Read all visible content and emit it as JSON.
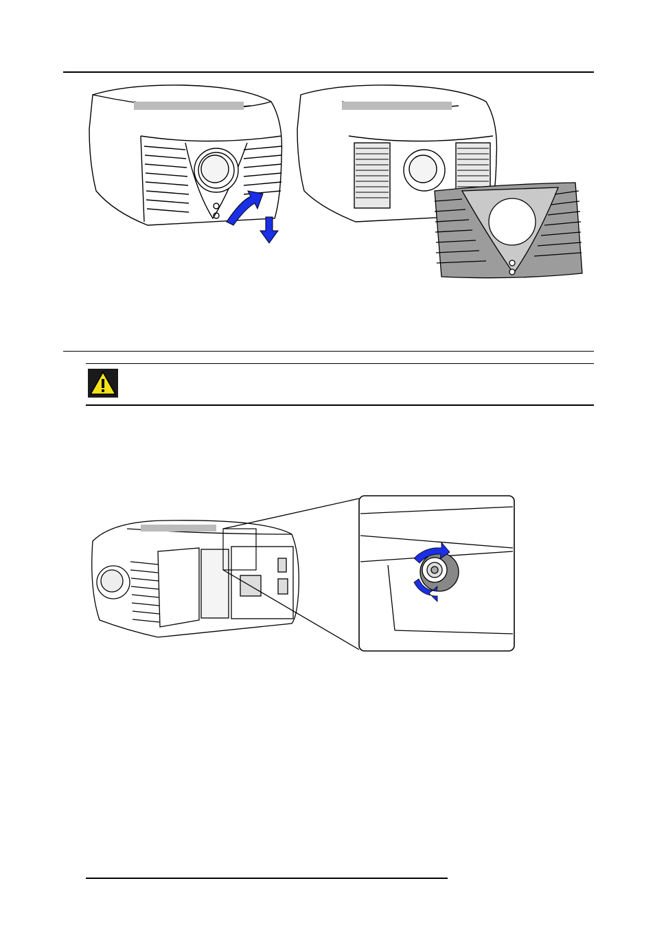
{
  "page": {
    "background": "#ffffff",
    "accent_arrow_color": "#1a2fe6",
    "caution_color": "#f2e21a"
  },
  "figure_top": {
    "left_image": "projector-front-cover-attached",
    "right_image": "projector-front-cover-removed"
  },
  "caution": {
    "icon": "caution-triangle-icon"
  },
  "figure_bottom": {
    "main_image": "projector-rear-side-view",
    "detail_image": "cover-lock-screw-detail"
  }
}
